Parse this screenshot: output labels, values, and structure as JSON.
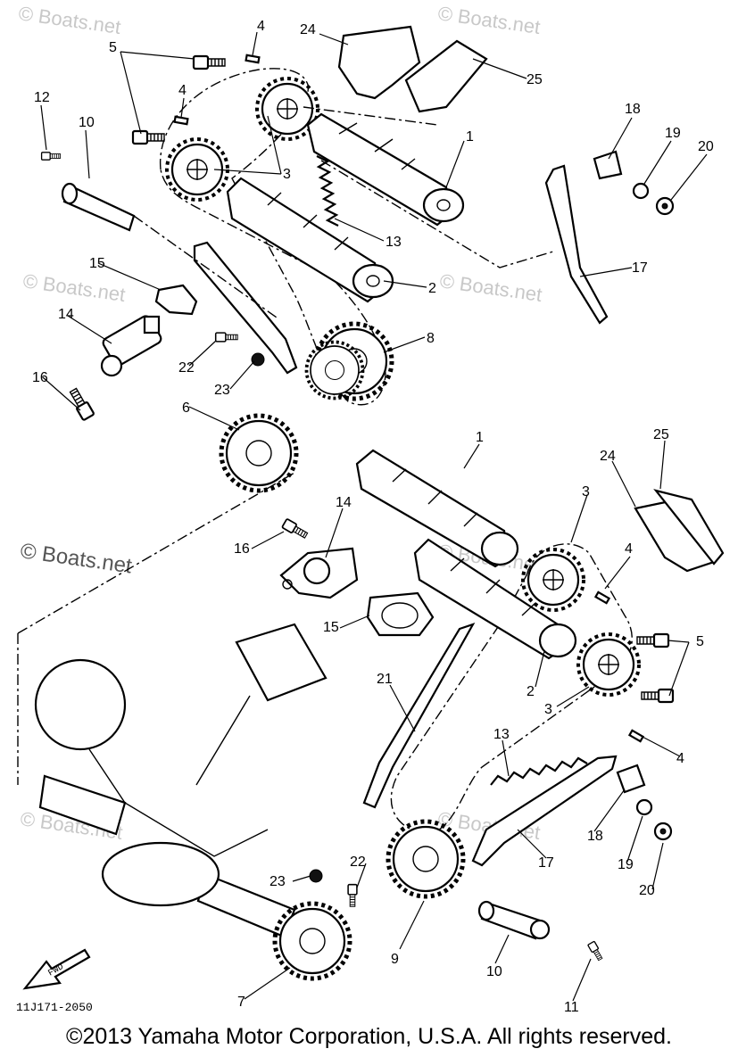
{
  "diagram": {
    "image_code": "11J171-2050",
    "fwd_arrow_label": "FWD",
    "copyright": "©2013 Yamaha Motor Corporation, U.S.A. All rights reserved.",
    "watermarks": [
      "© Boats.net",
      "© Boats.net",
      "© Boats.net",
      "© Boats.net",
      "© Boats.net",
      "© Boats.net",
      "© Boats.net",
      "© Boats.net"
    ],
    "callouts": {
      "c1a": "1",
      "c1b": "1",
      "c2a": "2",
      "c2b": "2",
      "c3a": "3",
      "c3b": "3",
      "c3c": "3",
      "c4a": "4",
      "c4b": "4",
      "c4c": "4",
      "c4d": "4",
      "c5a": "5",
      "c5b": "5",
      "c6": "6",
      "c7": "7",
      "c8": "8",
      "c9": "9",
      "c10a": "10",
      "c10b": "10",
      "c11": "11",
      "c12": "12",
      "c13a": "13",
      "c13b": "13",
      "c14a": "14",
      "c14b": "14",
      "c15a": "15",
      "c15b": "15",
      "c16a": "16",
      "c16b": "16",
      "c17a": "17",
      "c17b": "17",
      "c18a": "18",
      "c18b": "18",
      "c19a": "19",
      "c19b": "19",
      "c20a": "20",
      "c20b": "20",
      "c21": "21",
      "c22a": "22",
      "c22b": "22",
      "c23a": "23",
      "c23b": "23",
      "c24a": "24",
      "c24b": "24",
      "c25a": "25",
      "c25b": "25"
    }
  }
}
